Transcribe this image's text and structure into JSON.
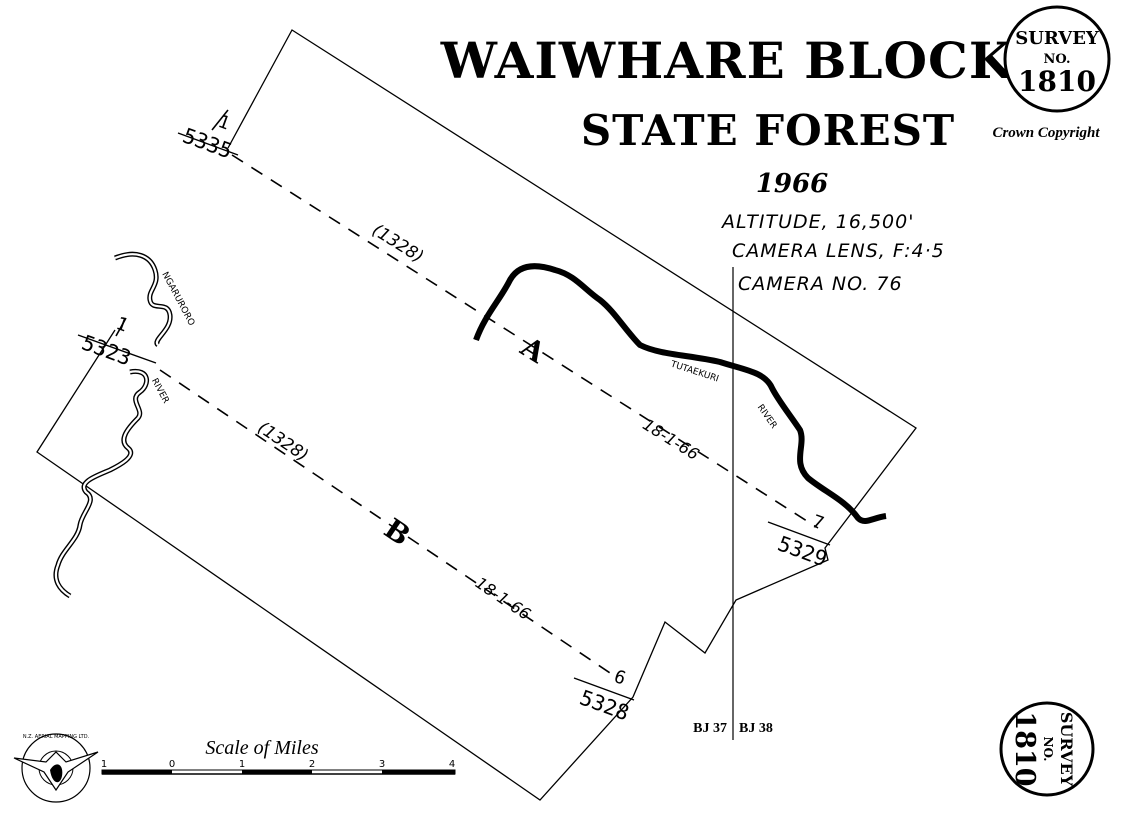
{
  "title": {
    "line1": "WAIWHARE BLOCK",
    "line2": "STATE FOREST",
    "year": "1966"
  },
  "survey_badge": {
    "label": "SURVEY",
    "no_label": "NO.",
    "number": "1810"
  },
  "copyright": "Crown Copyright",
  "camera_info": {
    "altitude": "ALTITUDE, 16,500'",
    "lens": "CAMERA LENS, F:4·5",
    "camera": "CAMERA NO. 76"
  },
  "runs": [
    {
      "letter": "A",
      "height": "(1328)",
      "date": "18-1-66",
      "start": {
        "frame": "1",
        "number": "5335"
      },
      "end": {
        "frame": "7",
        "number": "5329"
      }
    },
    {
      "letter": "B",
      "height": "(1328)",
      "date": "18-1-66",
      "start": {
        "frame": "1",
        "number": "5323"
      },
      "end": {
        "frame": "6",
        "number": "5328"
      }
    }
  ],
  "rivers": {
    "ngaruroro": "NGARURORO",
    "ngaruroro_river": "RIVER",
    "tutaekuri": "TUTAEKURI",
    "tutaekuri_river": "RIVER"
  },
  "sheets": {
    "left": "BJ 37",
    "right": "BJ 38"
  },
  "scale": {
    "title": "Scale of Miles",
    "ticks": [
      "1",
      "0",
      "1",
      "2",
      "3",
      "4"
    ]
  },
  "logo": {
    "text": "N.Z. AERIAL MAPPING LTD."
  }
}
